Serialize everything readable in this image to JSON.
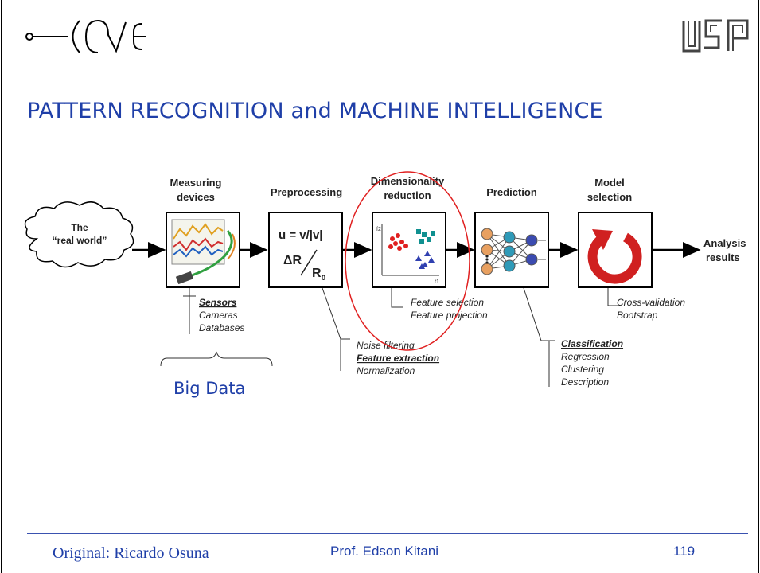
{
  "slide": {
    "title": "PATTERN RECOGNITION and MACHINE INTELLIGENCE",
    "logo_left": "logo-ane",
    "logo_right": "logo-usp",
    "big_data_label": "Big Data",
    "footer": {
      "left": "Original: Ricardo Osuna",
      "center": "Prof. Edson Kitani",
      "page": "119"
    }
  },
  "diagram": {
    "input_cloud": [
      "The",
      "“real world”"
    ],
    "stages": [
      {
        "title": [
          "Measuring",
          "devices"
        ],
        "icon": "sensor-chart-icon",
        "details": [
          "Sensors",
          "Cameras",
          "Databases"
        ]
      },
      {
        "title": [
          "Preprocessing"
        ],
        "icon": "formula-icon",
        "details": [
          "Noise filtering",
          "Feature extraction",
          "Normalization"
        ]
      },
      {
        "title": [
          "Dimensionality",
          "reduction"
        ],
        "icon": "scatter-plot-icon",
        "details": [
          "Feature selection",
          "Feature projection"
        ]
      },
      {
        "title": [
          "Prediction"
        ],
        "icon": "neural-network-icon",
        "details": [
          "Classification",
          "Regression",
          "Clustering",
          "Description"
        ]
      },
      {
        "title": [
          "Model",
          "selection"
        ],
        "icon": "circular-arrow-icon",
        "details": [
          "Cross-validation",
          "Bootstrap"
        ]
      }
    ],
    "output": [
      "Analysis",
      "results"
    ],
    "formula": {
      "line1": "u = v/|v|",
      "line2a": "ΔR",
      "line2b": "R",
      "sub": "0"
    },
    "axis_labels": {
      "y": "f2",
      "x": "f1"
    },
    "highlight_color": "#e02020"
  }
}
